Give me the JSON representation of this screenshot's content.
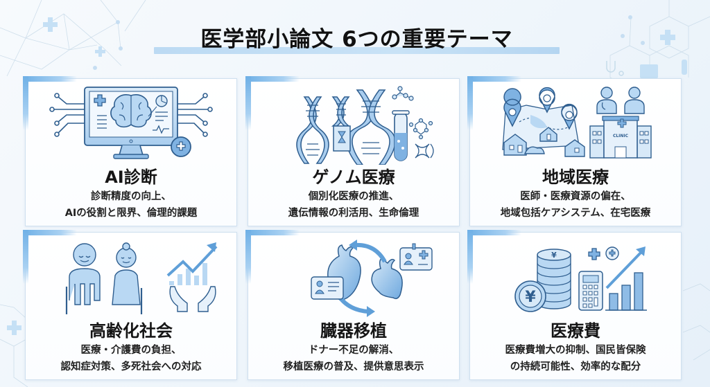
{
  "page": {
    "title": "医学部小論文 6つの重要テーマ"
  },
  "colors": {
    "accent": "#6fb0e6",
    "icon_fill": "#b9d8f3",
    "icon_stroke": "#2f5e8f",
    "title_highlight": "#bcdaf3"
  },
  "themes": [
    {
      "icon": "ai-monitor-brain-icon",
      "title": "AI診断",
      "desc": [
        "診断精度の向上、",
        "AIの役割と限界、倫理的課題"
      ]
    },
    {
      "icon": "dna-test-tube-icon",
      "title": "ゲノム医療",
      "desc": [
        "個別化医療の推進、",
        "遺伝情報の利活用、生命倫理"
      ]
    },
    {
      "icon": "map-clinic-doctors-icon",
      "title": "地域医療",
      "desc": [
        "医師・医療資源の偏在、",
        "地域包括ケアシステム、在宅医療"
      ],
      "clinic_label": "CLINIC"
    },
    {
      "icon": "elderly-couple-chart-icon",
      "title": "高齢化社会",
      "desc": [
        "医療・介護費の負担、",
        "認知症対策、多死社会への対応"
      ]
    },
    {
      "icon": "heart-transplant-icon",
      "title": "臓器移植",
      "desc": [
        "ドナー不足の解消、",
        "移植医療の普及、提供意思表示"
      ]
    },
    {
      "icon": "yen-coins-calculator-icon",
      "title": "医療費",
      "desc": [
        "医療費増大の抑制、国民皆保険",
        "の持続可能性、効率的な配分"
      ],
      "currency_symbol": "¥"
    }
  ]
}
